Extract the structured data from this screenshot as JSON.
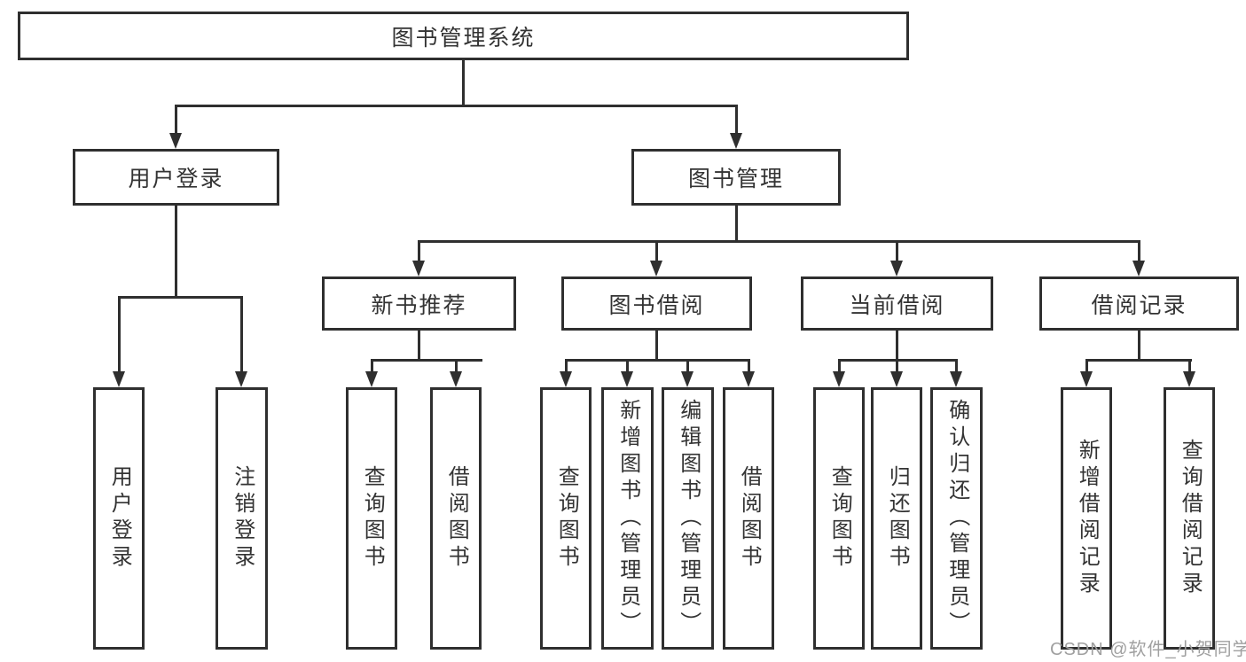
{
  "diagram_title": "图书管理系统",
  "colors": {
    "line": "#2f2f2f",
    "text": "#333333",
    "watermark": "#a0a0a0",
    "background": "#ffffff"
  },
  "icons": {
    "arrow_down": "solid-triangle-down"
  },
  "watermark": "CSDN @软件_小贺同学",
  "tree": {
    "label": "图书管理系统",
    "children": [
      {
        "label": "用户登录",
        "children": [
          {
            "label": "用户登录"
          },
          {
            "label": "注销登录"
          }
        ]
      },
      {
        "label": "图书管理",
        "children": [
          {
            "label": "新书推荐",
            "children": [
              {
                "label": "查询图书"
              },
              {
                "label": "借阅图书"
              }
            ]
          },
          {
            "label": "图书借阅",
            "children": [
              {
                "label": "查询图书"
              },
              {
                "label": "新增图书（管理员）"
              },
              {
                "label": "编辑图书（管理员）"
              },
              {
                "label": "借阅图书"
              }
            ]
          },
          {
            "label": "当前借阅",
            "children": [
              {
                "label": "查询图书"
              },
              {
                "label": "归还图书"
              },
              {
                "label": "确认归还（管理员）"
              }
            ]
          },
          {
            "label": "借阅记录",
            "children": [
              {
                "label": "新增借阅记录"
              },
              {
                "label": "查询借阅记录"
              }
            ]
          }
        ]
      }
    ]
  }
}
